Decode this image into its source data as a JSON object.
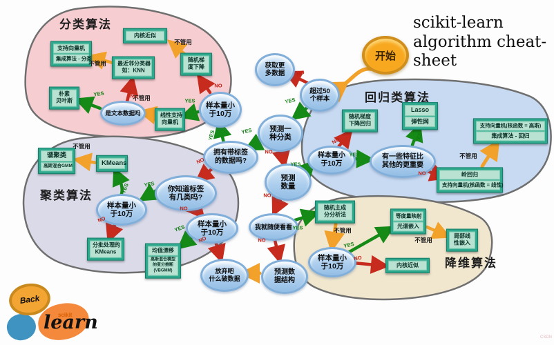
{
  "title": {
    "line1": "scikit-learn",
    "line2": "algorithm cheat-sheet"
  },
  "start": {
    "label": "开始"
  },
  "labels": {
    "yes": "YES",
    "no": "NO",
    "fail": "不管用"
  },
  "regions": [
    {
      "id": "classification",
      "label": "分类算法",
      "color": "#f6cdd1"
    },
    {
      "id": "regression",
      "label": "回归类算法",
      "color": "#c8daf2"
    },
    {
      "id": "clustering",
      "label": "聚类算法",
      "color": "#dadae9"
    },
    {
      "id": "dimred",
      "label": "降维算法",
      "color": "#f1e7cf"
    }
  ],
  "decisions": [
    {
      "id": "get-more-data",
      "lines": [
        "获取更",
        "多数据"
      ]
    },
    {
      "id": "over-50-samples",
      "lines": [
        "超过50",
        "个样本"
      ]
    },
    {
      "id": "predict-category",
      "lines": [
        "预测一",
        "种分类"
      ]
    },
    {
      "id": "has-labeled-data",
      "lines": [
        "拥有带标签",
        "的数据吗?"
      ]
    },
    {
      "id": "samples-under-100k-classification",
      "lines": [
        "样本量小",
        "于10万"
      ]
    },
    {
      "id": "is-text-data",
      "lines": [
        "是文本数据吗"
      ]
    },
    {
      "id": "know-label-count",
      "lines": [
        "你知道标签",
        "有几类吗?"
      ]
    },
    {
      "id": "samples-under-100k-clustering-1",
      "lines": [
        "样本量小",
        "于10万"
      ]
    },
    {
      "id": "samples-under-100k-clustering-2",
      "lines": [
        "样本量小",
        "于10万"
      ]
    },
    {
      "id": "predict-quantity",
      "lines": [
        "预测",
        "数量"
      ]
    },
    {
      "id": "samples-under-100k-regression",
      "lines": [
        "样本量小",
        "于10万"
      ]
    },
    {
      "id": "few-features-important",
      "lines": [
        "有一些特征比",
        "其他的更重要"
      ]
    },
    {
      "id": "just-looking",
      "lines": [
        "我就随便看看"
      ]
    },
    {
      "id": "samples-under-100k-dimred",
      "lines": [
        "样本量小",
        "于10万"
      ]
    },
    {
      "id": "predict-structure",
      "lines": [
        "预测数",
        "据结构"
      ]
    },
    {
      "id": "give-up",
      "lines": [
        "放弃吧",
        "什么破数据"
      ]
    }
  ],
  "algorithms": [
    {
      "id": "kernel-approx-classification",
      "rows": [
        [
          "内核近似"
        ]
      ]
    },
    {
      "id": "svc-ensemble",
      "rows": [
        [
          "支持向量机"
        ],
        [
          "集成算法 - 分类"
        ]
      ]
    },
    {
      "id": "knn",
      "rows": [
        [
          "最近邻分类器",
          "如：KNN"
        ]
      ]
    },
    {
      "id": "sgd-classifier",
      "rows": [
        [
          "随机梯",
          "度下降"
        ]
      ]
    },
    {
      "id": "naive-bayes",
      "rows": [
        [
          "朴素",
          "贝叶斯"
        ]
      ]
    },
    {
      "id": "linear-svc",
      "rows": [
        [
          "线性支持",
          "向量机"
        ]
      ]
    },
    {
      "id": "spectral-clustering-gmm",
      "rows": [
        [
          "谱聚类"
        ],
        [
          "高斯混合GMM"
        ]
      ]
    },
    {
      "id": "kmeans",
      "rows": [
        [
          "KMeans"
        ]
      ]
    },
    {
      "id": "minibatch-kmeans",
      "rows": [
        [
          "分批处理的",
          "KMeans"
        ]
      ]
    },
    {
      "id": "meanshift-vbgmm",
      "rows": [
        [
          "均值漂移"
        ],
        [
          "高斯混合模型",
          "的变分推断",
          "(VBGMM)"
        ]
      ]
    },
    {
      "id": "sgd-regressor",
      "rows": [
        [
          "随机梯度",
          "下降回归"
        ]
      ]
    },
    {
      "id": "lasso-elasticnet",
      "rows": [
        [
          "Lasso"
        ],
        [
          "弹性网"
        ]
      ]
    },
    {
      "id": "svr-rbf-ensemble",
      "rows": [
        [
          "支持向量机(核函数 = 高斯)"
        ],
        [
          "集成算法 - 回归"
        ]
      ]
    },
    {
      "id": "ridge-svr-linear",
      "rows": [
        [
          "岭回归"
        ],
        [
          "支持向量机(核函数 = 线性)"
        ]
      ]
    },
    {
      "id": "randomized-pca",
      "rows": [
        [
          "随机主成",
          "分分析法"
        ]
      ]
    },
    {
      "id": "isomap-spectral-embedding",
      "rows": [
        [
          "等度量映射"
        ],
        [
          "光谱嵌入"
        ]
      ]
    },
    {
      "id": "lle",
      "rows": [
        [
          "局部线",
          "性嵌入"
        ]
      ]
    },
    {
      "id": "kernel-approx-dimred",
      "rows": [
        [
          "内核近似"
        ]
      ]
    }
  ],
  "edges": [
    {
      "from": "start",
      "to": "over-50-samples",
      "answer": null
    },
    {
      "from": "over-50-samples",
      "to": "get-more-data",
      "answer": "no"
    },
    {
      "from": "over-50-samples",
      "to": "predict-category",
      "answer": "yes"
    },
    {
      "from": "predict-category",
      "to": "has-labeled-data",
      "answer": "yes"
    },
    {
      "from": "predict-category",
      "to": "predict-quantity",
      "answer": "no"
    },
    {
      "from": "has-labeled-data",
      "to": "samples-under-100k-classification",
      "answer": "yes"
    },
    {
      "from": "has-labeled-data",
      "to": "know-label-count",
      "answer": "no"
    },
    {
      "from": "samples-under-100k-classification",
      "to": "linear-svc",
      "answer": "yes"
    },
    {
      "from": "samples-under-100k-classification",
      "to": "sgd-classifier",
      "answer": "no"
    },
    {
      "from": "linear-svc",
      "to": "is-text-data",
      "answer": "fail"
    },
    {
      "from": "is-text-data",
      "to": "naive-bayes",
      "answer": "yes"
    },
    {
      "from": "is-text-data",
      "to": "knn",
      "answer": "no"
    },
    {
      "from": "knn",
      "to": "svc-ensemble",
      "answer": "fail"
    },
    {
      "from": "sgd-classifier",
      "to": "kernel-approx-classification",
      "answer": "fail"
    },
    {
      "from": "predict-quantity",
      "to": "samples-under-100k-regression",
      "answer": "yes"
    },
    {
      "from": "samples-under-100k-regression",
      "to": "sgd-regressor",
      "answer": "no"
    },
    {
      "from": "samples-under-100k-regression",
      "to": "few-features-important",
      "answer": "yes"
    },
    {
      "from": "few-features-important",
      "to": "lasso-elasticnet",
      "answer": "yes"
    },
    {
      "from": "few-features-important",
      "to": "ridge-svr-linear",
      "answer": "no"
    },
    {
      "from": "ridge-svr-linear",
      "to": "svr-rbf-ensemble",
      "answer": "fail"
    },
    {
      "from": "know-label-count",
      "to": "samples-under-100k-clustering-1",
      "answer": "yes"
    },
    {
      "from": "samples-under-100k-clustering-1",
      "to": "kmeans",
      "answer": "yes"
    },
    {
      "from": "kmeans",
      "to": "spectral-clustering-gmm",
      "answer": "fail"
    },
    {
      "from": "samples-under-100k-clustering-1",
      "to": "minibatch-kmeans",
      "answer": "no"
    },
    {
      "from": "know-label-count",
      "to": "samples-under-100k-clustering-2",
      "answer": "no"
    },
    {
      "from": "samples-under-100k-clustering-2",
      "to": "meanshift-vbgmm",
      "answer": "yes"
    },
    {
      "from": "samples-under-100k-clustering-2",
      "to": "give-up",
      "answer": "no"
    },
    {
      "from": "predict-quantity",
      "to": "just-looking",
      "answer": "no"
    },
    {
      "from": "just-looking",
      "to": "randomized-pca",
      "answer": "yes"
    },
    {
      "from": "just-looking",
      "to": "predict-structure",
      "answer": "no"
    },
    {
      "from": "predict-structure",
      "to": "give-up",
      "answer": null
    },
    {
      "from": "randomized-pca",
      "to": "samples-under-100k-dimred",
      "answer": "fail"
    },
    {
      "from": "samples-under-100k-dimred",
      "to": "isomap-spectral-embedding",
      "answer": "yes"
    },
    {
      "from": "samples-under-100k-dimred",
      "to": "kernel-approx-dimred",
      "answer": "no"
    },
    {
      "from": "isomap-spectral-embedding",
      "to": "lle",
      "answer": "fail"
    }
  ],
  "logo": {
    "back": "Back",
    "scikit": "scikit",
    "learn": "learn"
  },
  "watermark": "CSDN"
}
